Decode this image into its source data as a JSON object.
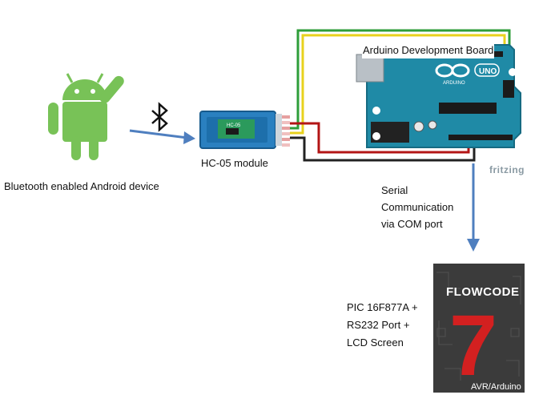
{
  "labels": {
    "android": "Bluetooth enabled Android device",
    "hc05": "HC-05 module",
    "hc05_chip": "HC-05",
    "board": "Arduino Development Board",
    "fritzing": "fritzing",
    "serial_line1": "Serial",
    "serial_line2": "Communication",
    "serial_line3": "via COM port",
    "pic_line1": "PIC 16F877A +",
    "pic_line2": "RS232 Port +",
    "pic_line3": "LCD Screen"
  },
  "arduino": {
    "logo_text": "ARDUINO",
    "model": "UNO"
  },
  "flowcode": {
    "title": "FLOWCODE",
    "version": "7",
    "edition": "AVR/Arduino"
  },
  "colors": {
    "android_green": "#78c257",
    "arrow_blue": "#4f7fbf",
    "board_teal": "#1f8aa6",
    "wire_green": "#2e9e3a",
    "wire_yellow": "#e8d21c",
    "wire_red": "#b31515",
    "wire_black": "#222222",
    "flowcode_red": "#d32020",
    "flowcode_bg": "#3b3b3b"
  },
  "icons": [
    "android-robot-icon",
    "bluetooth-icon",
    "arrow-right-icon",
    "arrow-down-icon"
  ]
}
